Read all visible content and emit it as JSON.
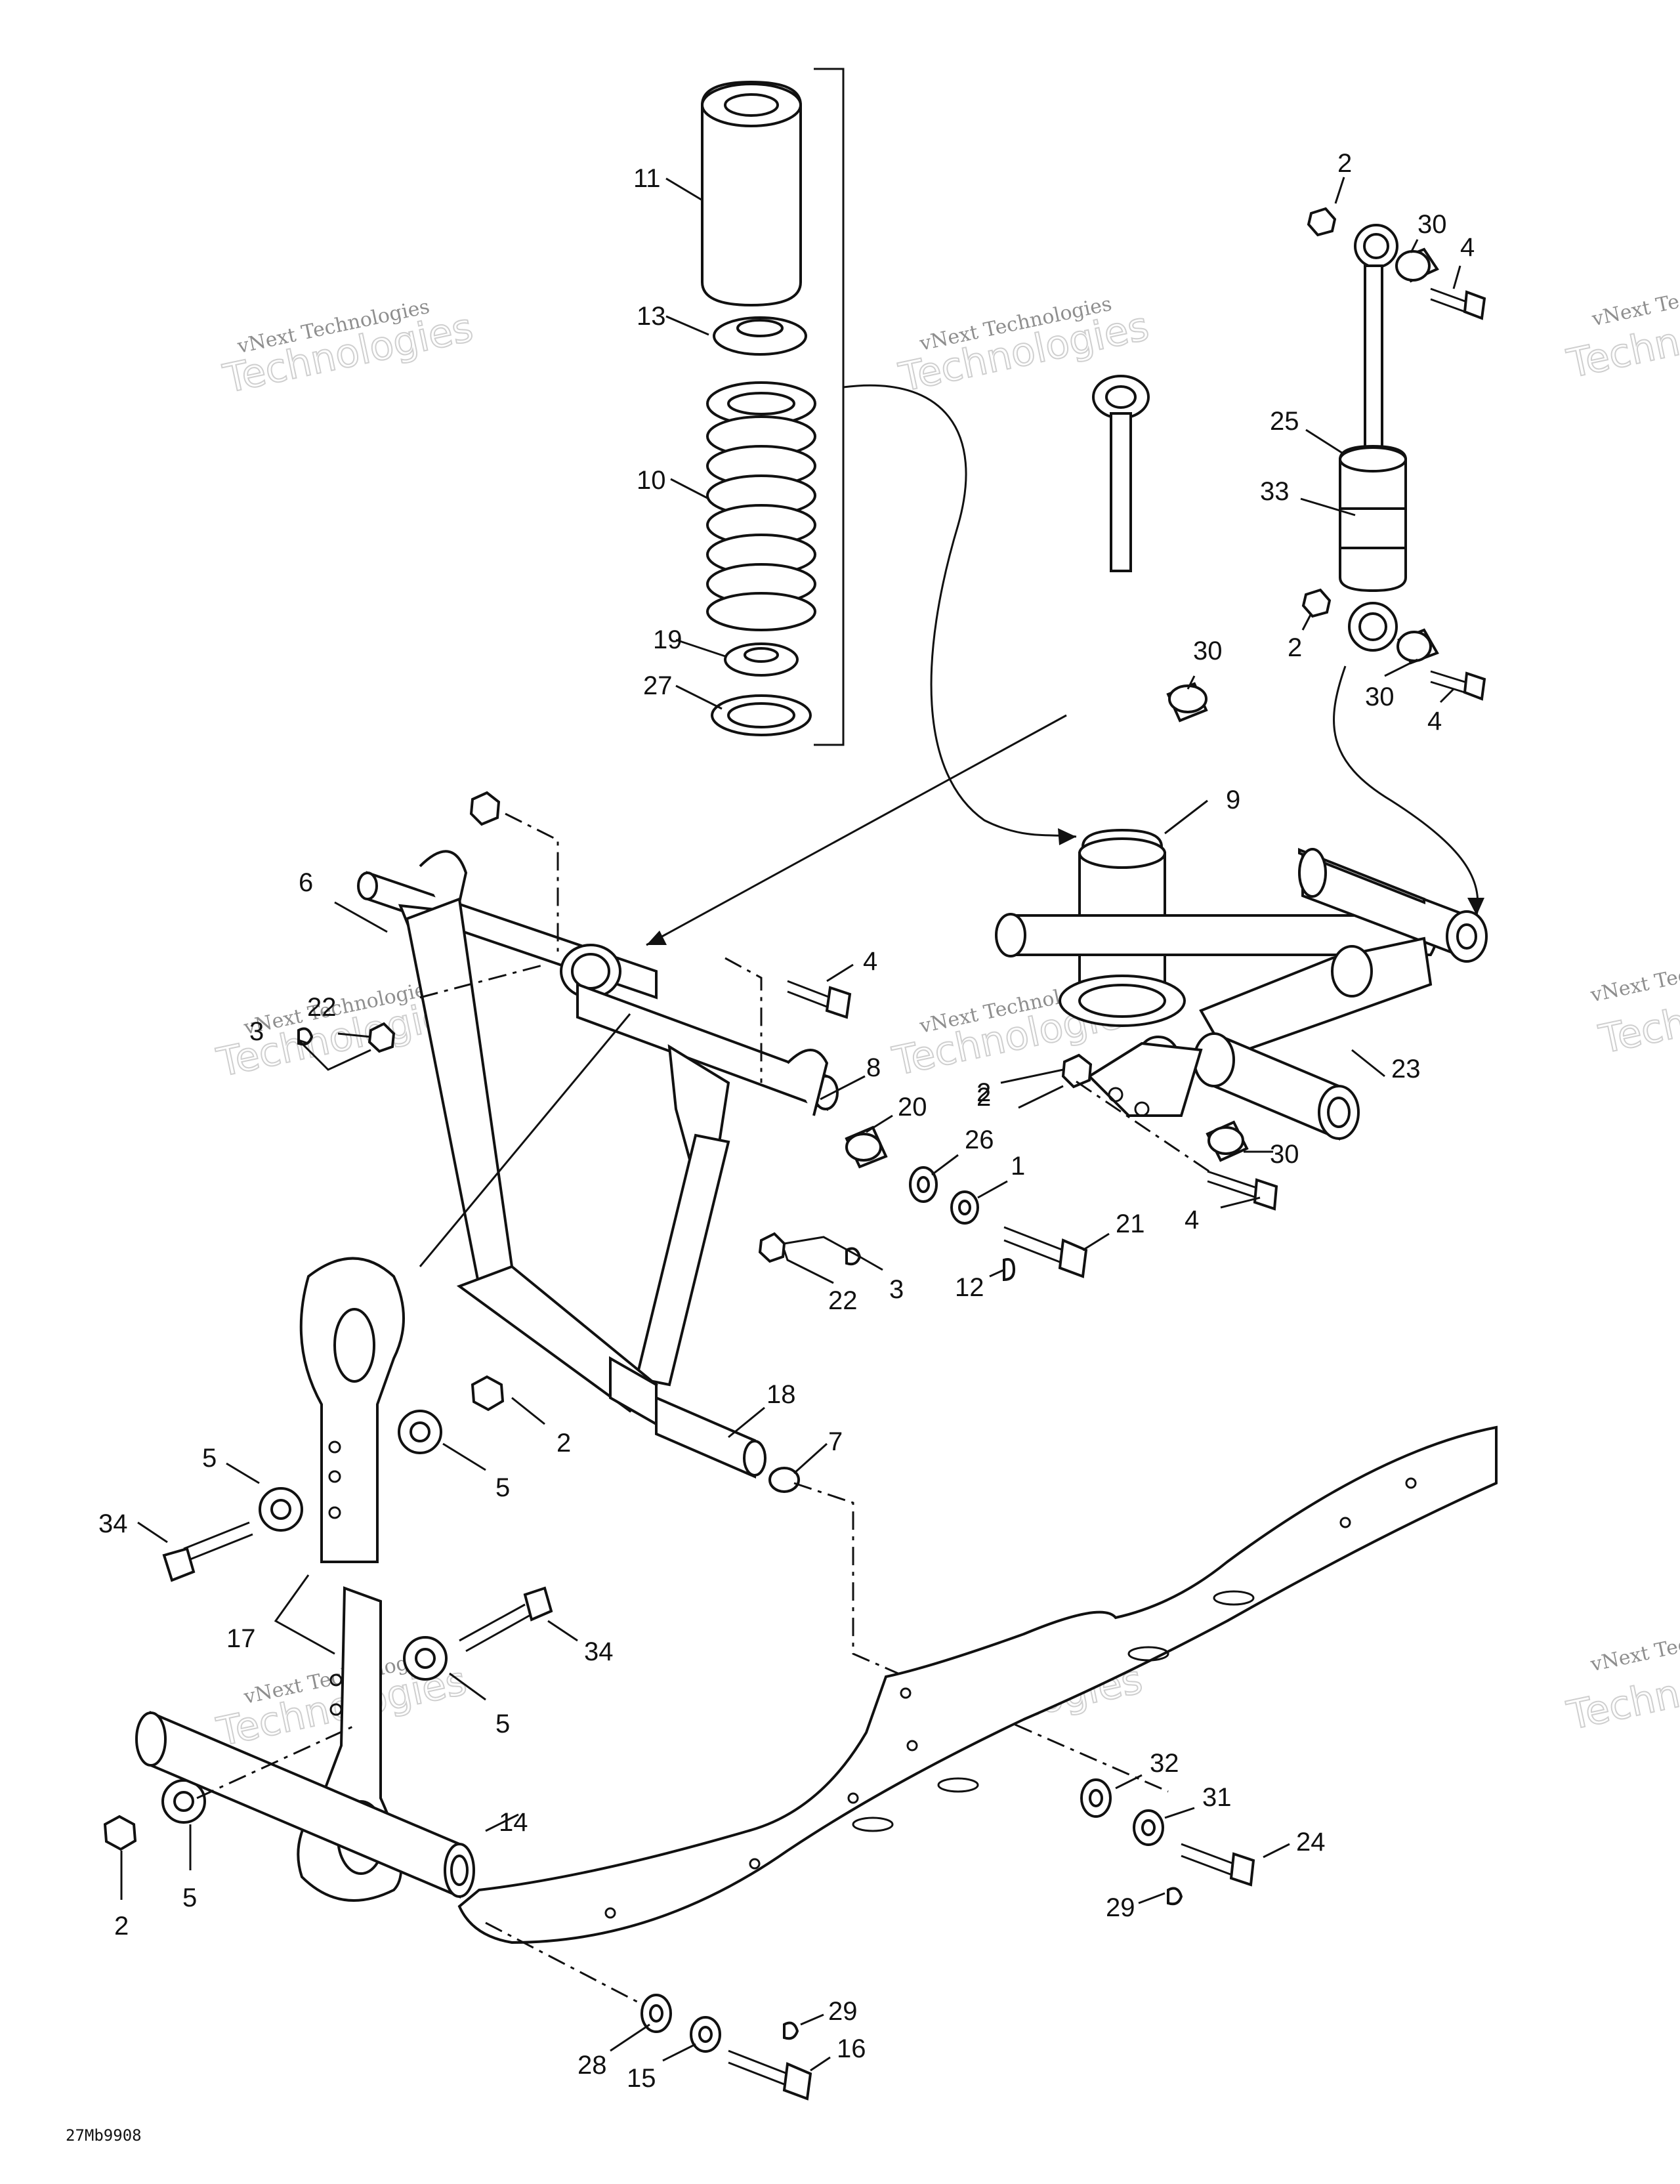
{
  "diagram": {
    "footer_code": "27Mb9908",
    "watermark": {
      "line1": "vNext Technologies",
      "line2": "Technologies"
    },
    "callouts": [
      {
        "id": "c11",
        "label": "11"
      },
      {
        "id": "c13",
        "label": "13"
      },
      {
        "id": "c10",
        "label": "10"
      },
      {
        "id": "c19",
        "label": "19"
      },
      {
        "id": "c27",
        "label": "27"
      },
      {
        "id": "c2a",
        "label": "2"
      },
      {
        "id": "c30a",
        "label": "30"
      },
      {
        "id": "c4a",
        "label": "4"
      },
      {
        "id": "c25",
        "label": "25"
      },
      {
        "id": "c33",
        "label": "33"
      },
      {
        "id": "c2b",
        "label": "2"
      },
      {
        "id": "c30b",
        "label": "30"
      },
      {
        "id": "c4b",
        "label": "4"
      },
      {
        "id": "c30c",
        "label": "30"
      },
      {
        "id": "c9",
        "label": "9"
      },
      {
        "id": "c2c",
        "label": "2"
      },
      {
        "id": "c6",
        "label": "6"
      },
      {
        "id": "c4c",
        "label": "4"
      },
      {
        "id": "c3a",
        "label": "3"
      },
      {
        "id": "c22a",
        "label": "22"
      },
      {
        "id": "c8",
        "label": "8"
      },
      {
        "id": "c20",
        "label": "20"
      },
      {
        "id": "c26",
        "label": "26"
      },
      {
        "id": "c1",
        "label": "1"
      },
      {
        "id": "c21",
        "label": "21"
      },
      {
        "id": "c12",
        "label": "12"
      },
      {
        "id": "c22b",
        "label": "22"
      },
      {
        "id": "c3b",
        "label": "3"
      },
      {
        "id": "c2d",
        "label": "2"
      },
      {
        "id": "c23",
        "label": "23"
      },
      {
        "id": "c30d",
        "label": "30"
      },
      {
        "id": "c4d",
        "label": "4"
      },
      {
        "id": "c18",
        "label": "18"
      },
      {
        "id": "c7",
        "label": "7"
      },
      {
        "id": "c2e",
        "label": "2"
      },
      {
        "id": "c5a",
        "label": "5"
      },
      {
        "id": "c5b",
        "label": "5"
      },
      {
        "id": "c34a",
        "label": "34"
      },
      {
        "id": "c17",
        "label": "17"
      },
      {
        "id": "c34b",
        "label": "34"
      },
      {
        "id": "c5c",
        "label": "5"
      },
      {
        "id": "c14",
        "label": "14"
      },
      {
        "id": "c5d",
        "label": "5"
      },
      {
        "id": "c2f",
        "label": "2"
      },
      {
        "id": "c32",
        "label": "32"
      },
      {
        "id": "c31",
        "label": "31"
      },
      {
        "id": "c24",
        "label": "24"
      },
      {
        "id": "c29a",
        "label": "29"
      },
      {
        "id": "c29b",
        "label": "29"
      },
      {
        "id": "c16",
        "label": "16"
      },
      {
        "id": "c28",
        "label": "28"
      },
      {
        "id": "c15",
        "label": "15"
      }
    ]
  }
}
